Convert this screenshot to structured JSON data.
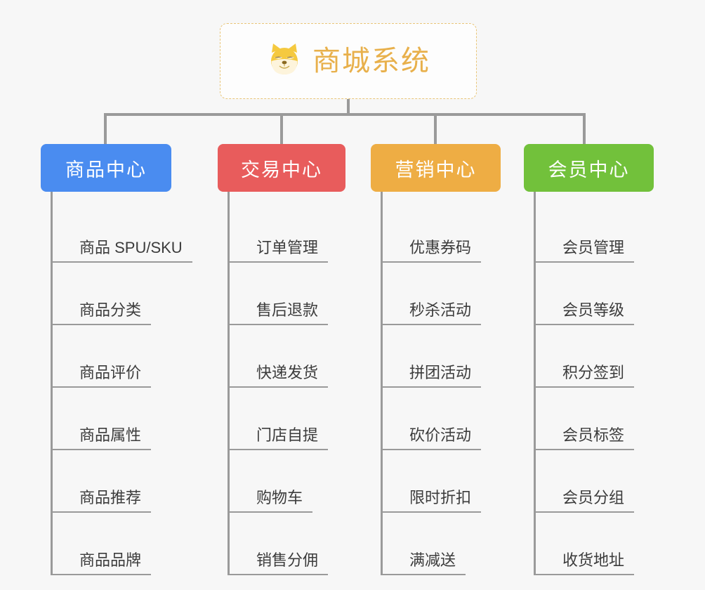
{
  "root": {
    "title": "商城系统",
    "icon": "shiba-dog-icon",
    "border_color": "#e9c578",
    "title_color": "#e8b04b"
  },
  "background_color": "#f7f7f7",
  "connector_color": "#9a9a9a",
  "columns": [
    {
      "id": "product-center",
      "label": "商品中心",
      "color": "#4a8cf0",
      "items": [
        "商品 SPU/SKU",
        "商品分类",
        "商品评价",
        "商品属性",
        "商品推荐",
        "商品品牌"
      ]
    },
    {
      "id": "trade-center",
      "label": "交易中心",
      "color": "#e85c5c",
      "items": [
        "订单管理",
        "售后退款",
        "快递发货",
        "门店自提",
        "购物车",
        "销售分佣"
      ]
    },
    {
      "id": "marketing-center",
      "label": "营销中心",
      "color": "#eead44",
      "items": [
        "优惠券码",
        "秒杀活动",
        "拼团活动",
        "砍价活动",
        "限时折扣",
        "满减送"
      ]
    },
    {
      "id": "member-center",
      "label": "会员中心",
      "color": "#72c13b",
      "items": [
        "会员管理",
        "会员等级",
        "积分签到",
        "会员标签",
        "会员分组",
        "收货地址"
      ]
    }
  ]
}
